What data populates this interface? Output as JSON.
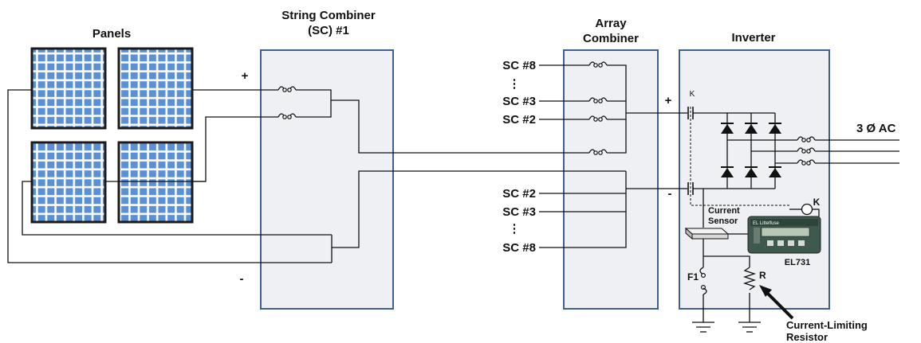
{
  "labels": {
    "panels": "Panels",
    "string_combiner_line1": "String Combiner",
    "string_combiner_line2": "(SC) #1",
    "array_combiner_line1": "Array",
    "array_combiner_line2": "Combiner",
    "inverter": "Inverter",
    "ac_output": "3 Ø AC",
    "current_sensor_line1": "Current",
    "current_sensor_line2": "Sensor",
    "relay_k": "K",
    "contactor_k": "K",
    "device_model": "EL731",
    "fuse_f1": "F1",
    "resistor_r": "R",
    "current_limiting_line1": "Current-Limiting",
    "current_limiting_line2": "Resistor",
    "plus_string": "+",
    "minus_string": "-",
    "plus_array": "+",
    "minus_array": "-",
    "device_brand": "EL Littelfuse"
  },
  "sc_inputs_positive": [
    "SC #8",
    "⋮",
    "SC #3",
    "SC #2"
  ],
  "sc_inputs_negative": [
    "SC #2",
    "SC #3",
    "⋮",
    "SC #8"
  ],
  "colors": {
    "panel_cell": "#5b8fd6",
    "panel_frame": "#1a1a1a",
    "box_fill": "#eef0f3",
    "box_border": "#3f5f8f",
    "device_body": "#3e5a4e"
  }
}
